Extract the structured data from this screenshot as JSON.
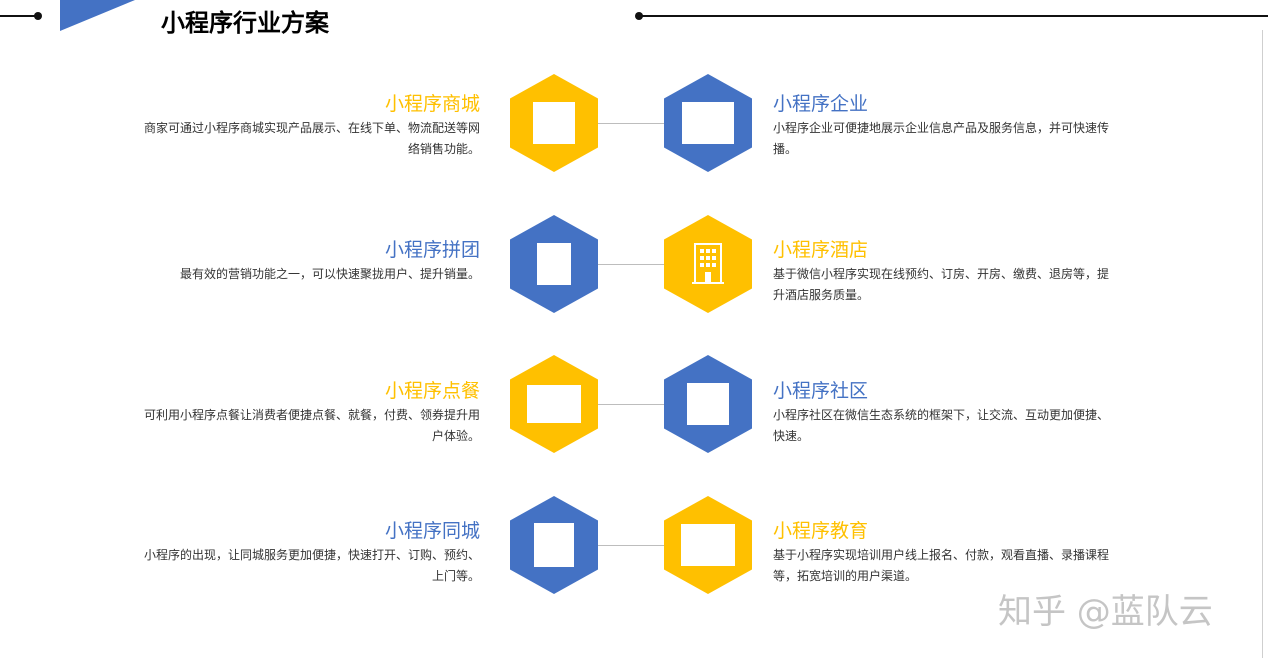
{
  "header": {
    "title": "小程序行业方案"
  },
  "colors": {
    "yellow": "#FFC000",
    "blue": "#4472C4"
  },
  "items": [
    {
      "title": "小程序商城",
      "desc": "商家可通过小程序商城实现产品展示、在线下单、物流配送等网络销售功能。",
      "color": "yellow",
      "icon": "square-icon"
    },
    {
      "title": "小程序企业",
      "desc": "小程序企业可便捷地展示企业信息产品及服务信息，并可快速传播。",
      "color": "blue",
      "icon": "square-icon"
    },
    {
      "title": "小程序拼团",
      "desc": "最有效的营销功能之一，可以快速聚拢用户、提升销量。",
      "color": "blue",
      "icon": "square-icon"
    },
    {
      "title": "小程序酒店",
      "desc": "基于微信小程序实现在线预约、订房、开房、缴费、退房等，提升酒店服务质量。",
      "color": "yellow",
      "icon": "hotel-building-icon"
    },
    {
      "title": "小程序点餐",
      "desc": "可利用小程序点餐让消费者便捷点餐、就餐，付费、领券提升用户体验。",
      "color": "yellow",
      "icon": "square-icon"
    },
    {
      "title": "小程序社区",
      "desc": "小程序社区在微信生态系统的框架下，让交流、互动更加便捷、快速。",
      "color": "blue",
      "icon": "square-icon"
    },
    {
      "title": "小程序同城",
      "desc": "小程序的出现，让同城服务更加便捷，快速打开、订购、预约、上门等。",
      "color": "blue",
      "icon": "square-icon"
    },
    {
      "title": "小程序教育",
      "desc": "基于小程序实现培训用户线上报名、付款，观看直播、录播课程等，拓宽培训的用户渠道。",
      "color": "yellow",
      "icon": "square-icon"
    }
  ],
  "watermark": "知乎 @蓝队云"
}
